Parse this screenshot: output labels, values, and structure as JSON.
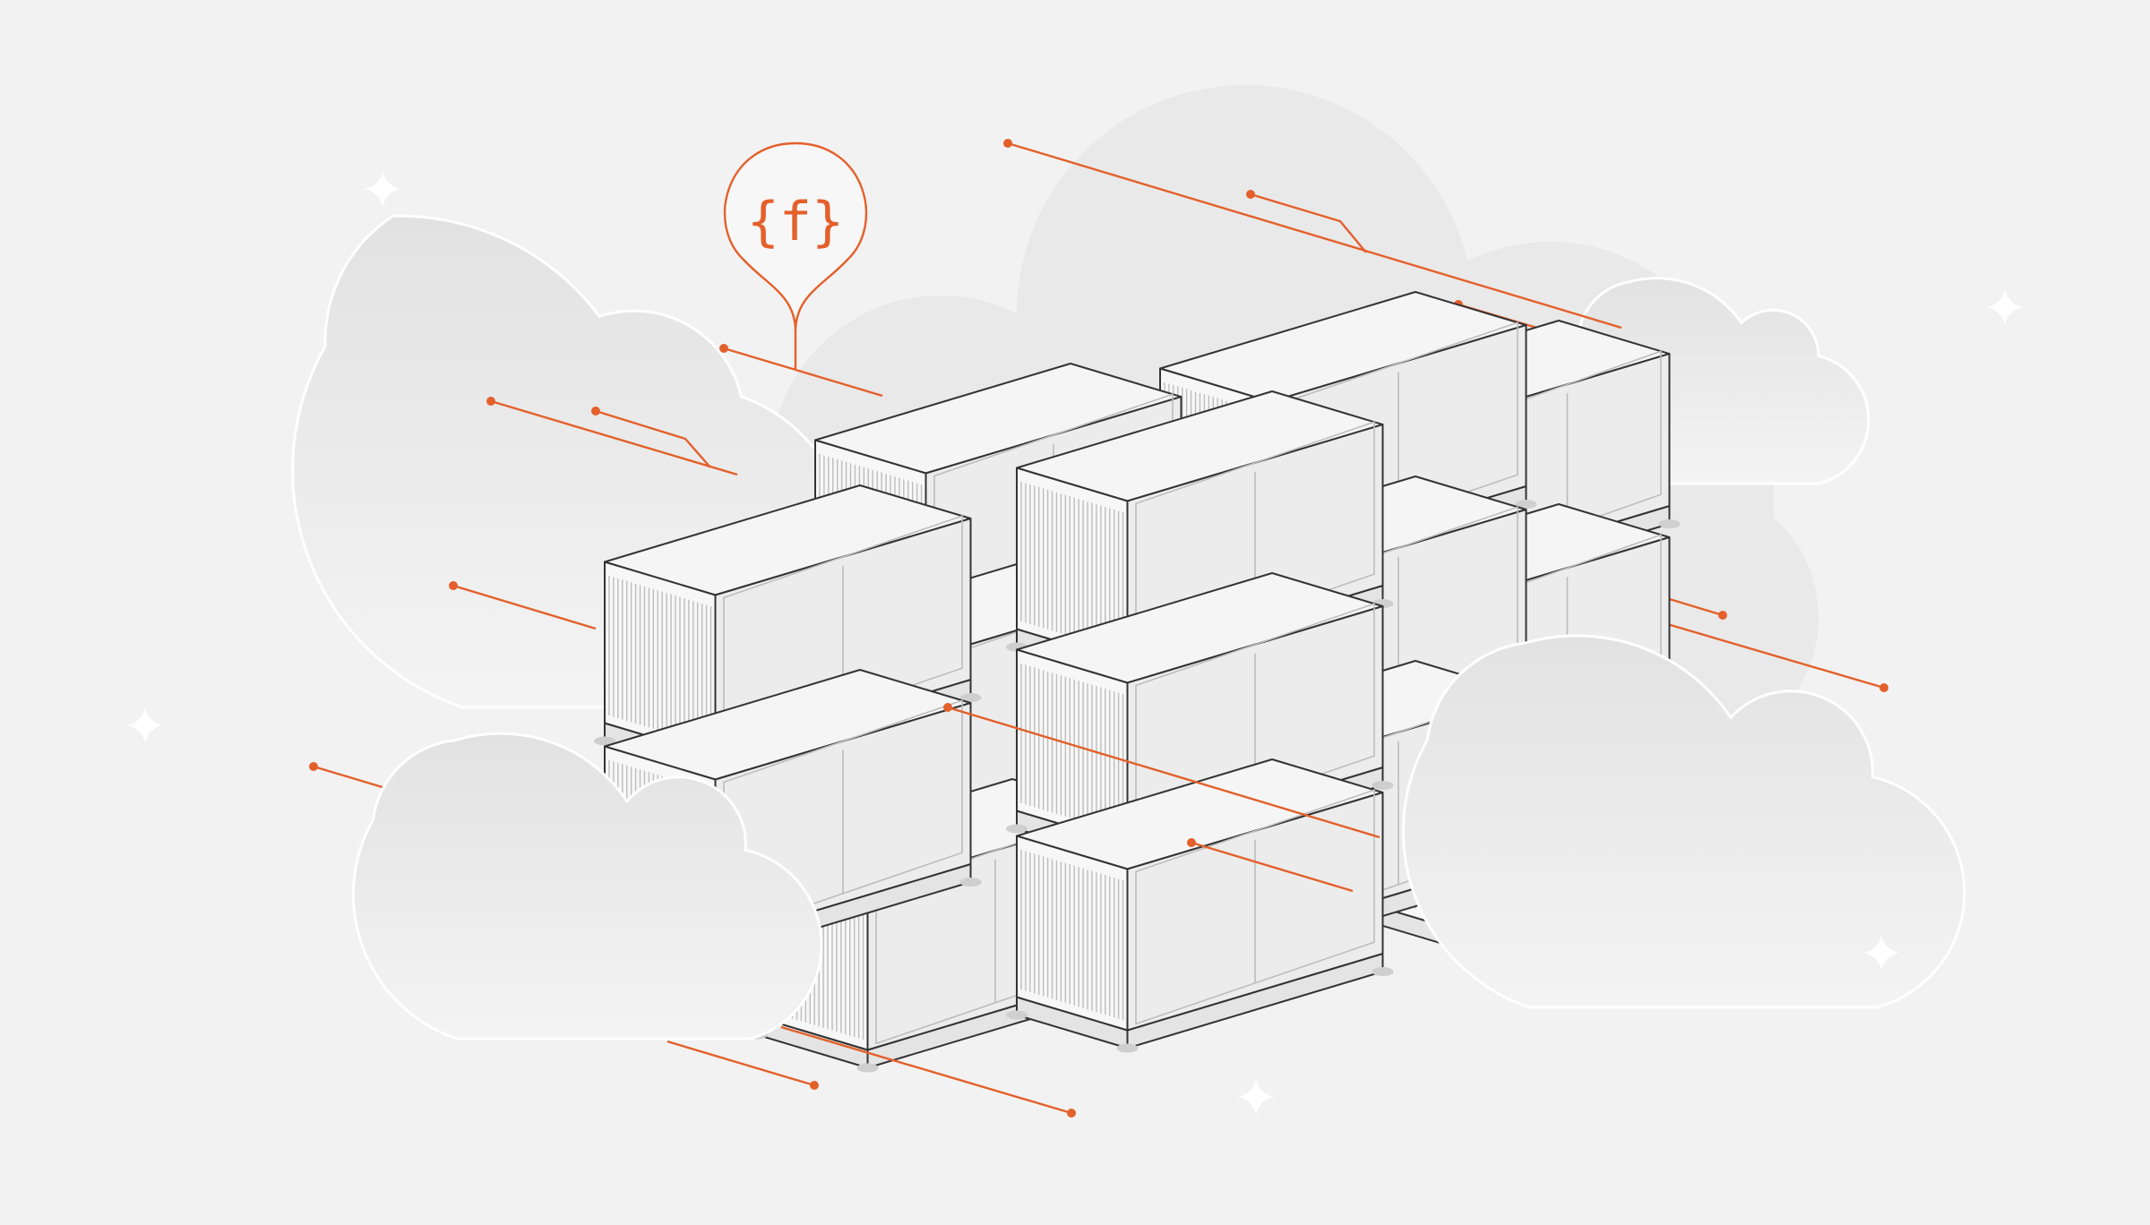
{
  "illustration": {
    "background": "#f2f2f2",
    "accent": "#e4602b",
    "function_badge": {
      "glyph": "{f}",
      "icon": "function-icon"
    },
    "cloud_count": 6,
    "container_count": 14,
    "icons": [
      "cloud-icon",
      "shipping-container-icon",
      "function-icon",
      "sparkle-icon",
      "connection-line-icon"
    ]
  }
}
